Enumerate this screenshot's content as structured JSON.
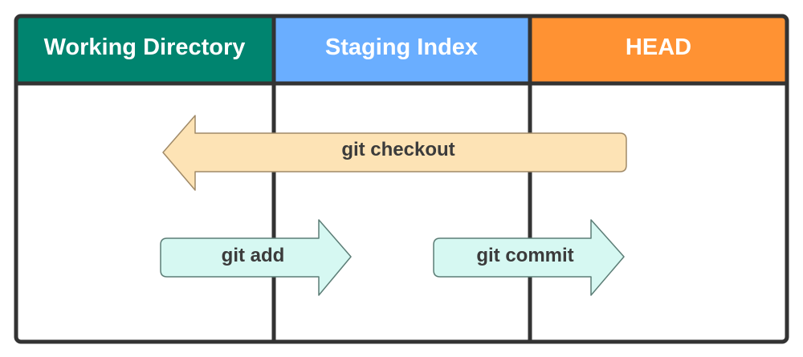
{
  "columns": [
    {
      "label": "Working Directory",
      "color": "#00846f"
    },
    {
      "label": "Staging Index",
      "color": "#6aaeff"
    },
    {
      "label": "HEAD",
      "color": "#ff9233"
    }
  ],
  "arrows": {
    "checkout": {
      "label": "git checkout",
      "direction": "left",
      "fill": "#fde3b5",
      "stroke": "#a08a68"
    },
    "add": {
      "label": "git add",
      "direction": "right",
      "fill": "#d6f8f2",
      "stroke": "#5c7d76"
    },
    "commit": {
      "label": "git commit",
      "direction": "right",
      "fill": "#d6f8f2",
      "stroke": "#5c7d76"
    }
  },
  "colors": {
    "border": "#333333",
    "body_background": "#ffffff"
  }
}
